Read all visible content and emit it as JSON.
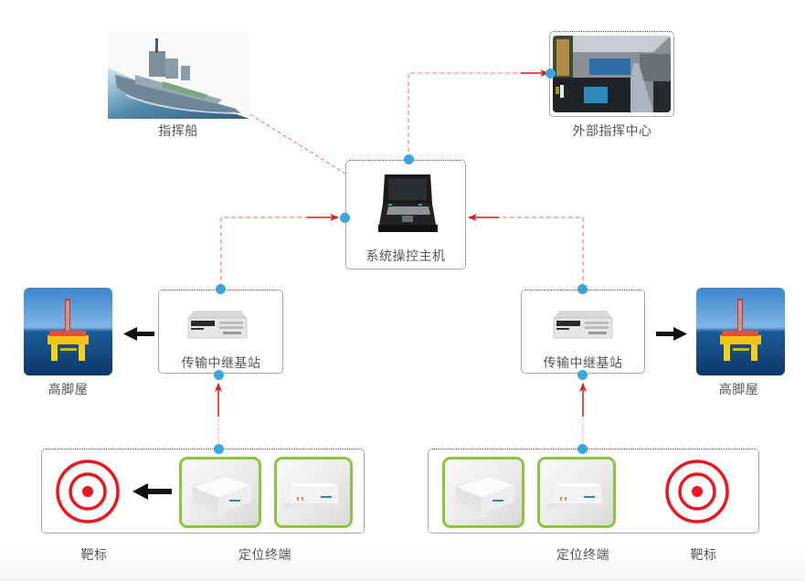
{
  "diagram": {
    "type": "system-architecture",
    "colors": {
      "link_dashed": "#ff6b6b",
      "link_arrow": "#e8141c",
      "node_dot": "#3aa6dd",
      "terminal_frame": "#8cc63f",
      "target": "#f0141e",
      "box_border": "#555555",
      "label_text": "#555555"
    },
    "nodes": {
      "command_ship": {
        "label": "指挥船",
        "icon": "warship-image"
      },
      "external_center": {
        "label": "外部指挥中心",
        "icon": "control-room-image"
      },
      "main_host": {
        "label": "系统操控主机",
        "icon": "rugged-laptop-image"
      },
      "relay_left": {
        "label": "传输中继基站",
        "icon": "rack-server-image"
      },
      "relay_right": {
        "label": "传输中继基站",
        "icon": "rack-server-image"
      },
      "platform_left": {
        "label": "高脚屋",
        "icon": "offshore-platform-image"
      },
      "platform_right": {
        "label": "高脚屋",
        "icon": "offshore-platform-image"
      },
      "target_left": {
        "label": "靶标",
        "icon": "target-icon"
      },
      "target_right": {
        "label": "靶标",
        "icon": "target-icon"
      },
      "terminals_left": {
        "label": "定位终端",
        "icon": "positioning-terminal-image"
      },
      "terminals_right": {
        "label": "定位终端",
        "icon": "positioning-terminal-image"
      }
    },
    "edges": [
      {
        "from": "command_ship",
        "to": "main_host",
        "style": "dashed"
      },
      {
        "from": "main_host",
        "to": "external_center",
        "style": "dashed-arrow"
      },
      {
        "from": "relay_left",
        "to": "main_host",
        "style": "dashed-arrow"
      },
      {
        "from": "relay_right",
        "to": "main_host",
        "style": "dashed-arrow"
      },
      {
        "from": "terminals_left",
        "to": "relay_left",
        "style": "dotted-arrow"
      },
      {
        "from": "terminals_right",
        "to": "relay_right",
        "style": "dotted-arrow"
      },
      {
        "from": "relay_left",
        "to": "platform_left",
        "style": "solid-black-arrow"
      },
      {
        "from": "relay_right",
        "to": "platform_right",
        "style": "solid-black-arrow"
      },
      {
        "from": "terminals_left",
        "to": "target_left",
        "style": "solid-black-arrow"
      }
    ]
  }
}
